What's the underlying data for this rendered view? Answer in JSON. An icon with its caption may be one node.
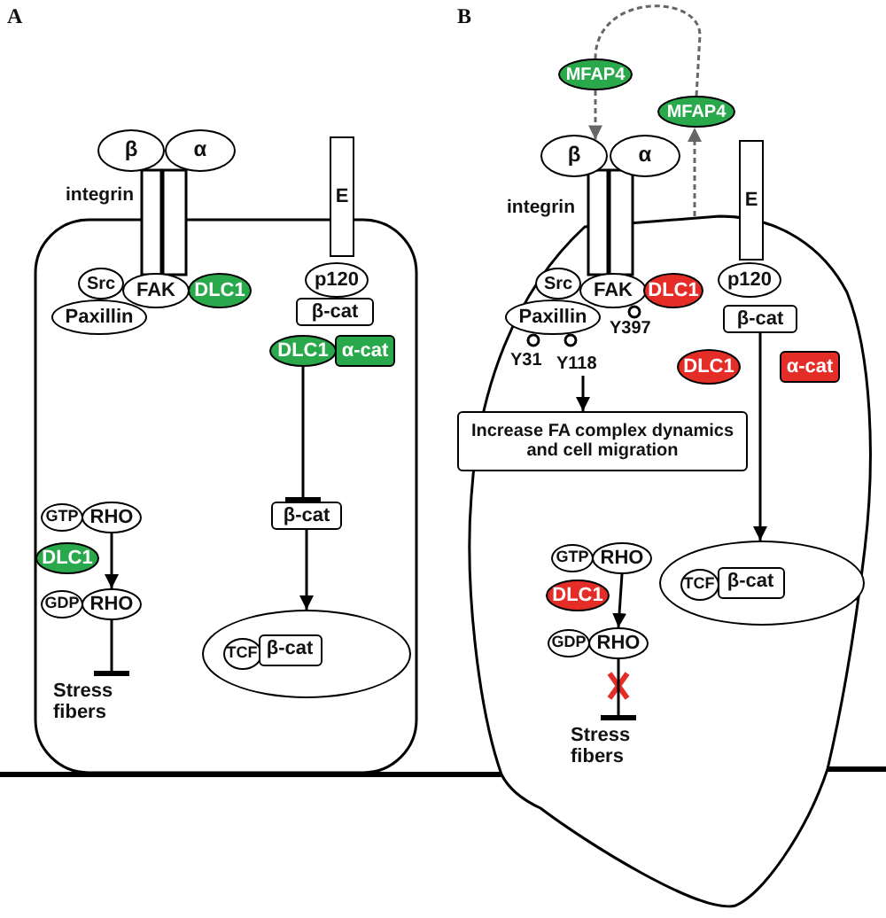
{
  "diagram": {
    "nodes": [
      {
        "text": [
          "β"
        ]
      },
      {
        "text": [
          "α"
        ]
      },
      {
        "text": [
          "E"
        ]
      },
      {
        "text": [
          "Src"
        ]
      },
      {
        "text": [
          "FAK"
        ]
      },
      {
        "text": [
          "DLC1"
        ]
      },
      {
        "text": [
          "Paxillin"
        ]
      },
      {
        "text": [
          "p120"
        ]
      },
      {
        "text": [
          "β-cat"
        ]
      },
      {
        "text": [
          "DLC1"
        ]
      },
      {
        "text": [
          "α-cat"
        ]
      },
      {
        "text": [
          "β-cat"
        ]
      },
      {
        "text": [],
        "shape": "ellipse"
      },
      {
        "text": [
          "TCF"
        ],
        "in": 12
      },
      {
        "text": [
          "β-cat"
        ],
        "in": 12
      },
      {
        "text": [
          "GTP"
        ]
      },
      {
        "text": [
          "RHO"
        ]
      },
      {
        "text": [
          "DLC1"
        ]
      },
      {
        "text": [
          "GDP"
        ]
      },
      {
        "text": [
          "RHO"
        ]
      },
      {
        "text": [
          "Stress fibers"
        ]
      },
      {
        "text": [
          "MFAP4"
        ]
      },
      {
        "text": [
          "MFAP4"
        ]
      },
      {
        "text": [
          "β"
        ]
      },
      {
        "text": [
          "α"
        ]
      },
      {
        "text": [
          "E"
        ]
      },
      {
        "text": [
          "Src"
        ]
      },
      {
        "text": [
          "FAK"
        ]
      },
      {
        "text": [
          "DLC1"
        ]
      },
      {
        "text": [
          "Paxillin"
        ]
      },
      {
        "text": [
          "p120"
        ]
      },
      {
        "text": [
          "β-cat"
        ]
      },
      {
        "text": [
          "Y118"
        ]
      },
      {
        "text": [
          "DLC1"
        ]
      },
      {
        "text": [
          "α-cat"
        ]
      },
      {
        "text": [
          "Increase FA complex dynamics and cell migration"
        ]
      },
      {
        "text": [
          "GTP"
        ]
      },
      {
        "text": [
          "RHO"
        ]
      },
      {
        "text": [
          "DLC1"
        ]
      },
      {
        "text": [
          "GDP"
        ]
      },
      {
        "text": [
          "RHO"
        ]
      },
      {
        "text": [
          "Stress fibers"
        ]
      },
      {
        "text": [],
        "shape": "ellipse"
      },
      {
        "text": [
          "TCF"
        ],
        "in": 42
      },
      {
        "text": [
          "β-cat"
        ],
        "in": 42
      }
    ],
    "edges": [
      {
        "from": 9,
        "to": 11,
        "arrow": "other"
      },
      {
        "from": 11,
        "to": 12,
        "arrow": "to"
      },
      {
        "from": 16,
        "to": 19,
        "arrow": "to"
      },
      {
        "from": 19,
        "to": 20,
        "arrow": "other"
      },
      {
        "from": 22,
        "to": 21,
        "arrow": "none",
        "style": "dashed",
        "color": "#666666"
      },
      {
        "from": 21,
        "to": 23,
        "arrow": "to",
        "style": "dashed",
        "color": "#666666"
      },
      {
        "from": null,
        "to": 22,
        "arrow": "to",
        "style": "dashed",
        "color": "#666666"
      },
      {
        "from": 32,
        "to": 35,
        "arrow": "to"
      },
      {
        "from": 31,
        "to": 42,
        "arrow": "to"
      },
      {
        "from": 37,
        "to": 40,
        "arrow": "to"
      },
      {
        "from": 40,
        "to": 41,
        "arrow": "other"
      }
    ],
    "labels": [
      "A",
      "B",
      "integrin",
      "integrin",
      "Y397",
      "Y31"
    ]
  }
}
